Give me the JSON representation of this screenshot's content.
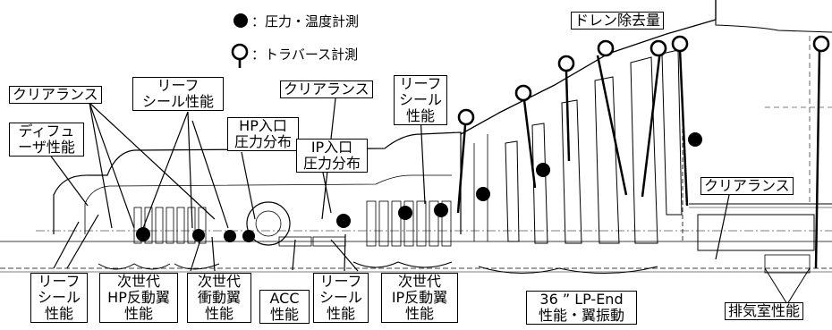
{
  "legend": {
    "pressure_temp": "：圧力・温度計測",
    "traverse": "：トラバース計測"
  },
  "labels": {
    "clearance_1": "クリアランス",
    "leaf_seal_perf_top": [
      "リーフ",
      "シール性能"
    ],
    "clearance_2": "クリアランス",
    "leaf_seal_perf_mid": [
      "リーフ",
      "シール",
      "性能"
    ],
    "diffuser_perf": [
      "ディフュ",
      "ーザ性能"
    ],
    "hp_inlet": [
      "HP入口",
      "圧力分布"
    ],
    "ip_inlet": [
      "IP入口",
      "圧力分布"
    ],
    "drain_removal": "ドレン除去量",
    "clearance_3": "クリアランス",
    "leaf_seal_bottom_1": [
      "リーフ",
      "シール",
      "性能"
    ],
    "next_gen_hp": [
      "次世代",
      "HP反動翼",
      "性能"
    ],
    "next_gen_impulse": [
      "次世代",
      "衝動翼",
      "性能"
    ],
    "acc_perf": [
      "ACC",
      "性能"
    ],
    "leaf_seal_bottom_2": [
      "リーフ",
      "シール",
      "性能"
    ],
    "next_gen_ip": [
      "次世代",
      "IP反動翼",
      "性能"
    ],
    "lp_end": [
      "36 ” LP-End",
      "性能・翼振動"
    ],
    "exhaust_perf": "排気室性能"
  },
  "colors": {
    "ink": "#000000",
    "background": "#ffffff"
  }
}
